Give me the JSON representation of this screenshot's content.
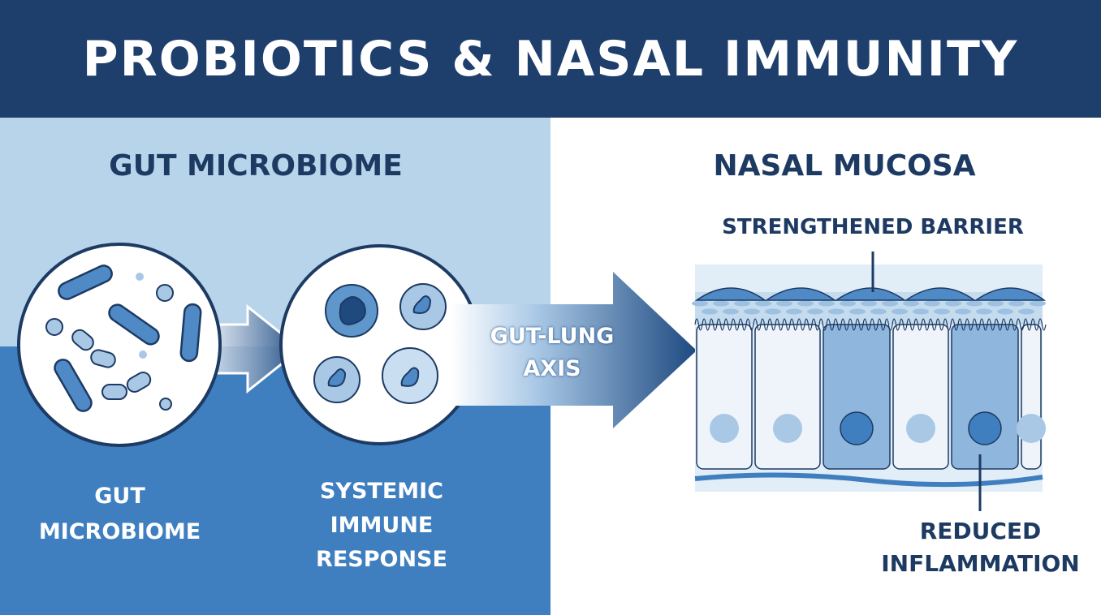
{
  "header": {
    "title": "PROBIOTICS & NASAL IMMUNITY"
  },
  "left_panel": {
    "heading": "GUT MICROBIOME",
    "labels": {
      "gut_microbiome": [
        "GUT",
        "MICROBIOME"
      ],
      "systemic_immune_response": [
        "SYSTEMIC",
        "IMMUNE",
        "RESPONSE"
      ]
    }
  },
  "arrow": {
    "label": [
      "GUT-LUNG",
      "AXIS"
    ]
  },
  "right_panel": {
    "heading": "NASAL MUCOSA",
    "callout_top": "STRENGTHENED BARRIER",
    "callout_bottom": [
      "REDUCED",
      "INFLAMMATION"
    ]
  },
  "colors": {
    "navy": "#1e3e6c",
    "light_blue": "#b7d4eb",
    "mid_blue": "#3f7fbf",
    "cell_blue": "#5f97cc"
  }
}
